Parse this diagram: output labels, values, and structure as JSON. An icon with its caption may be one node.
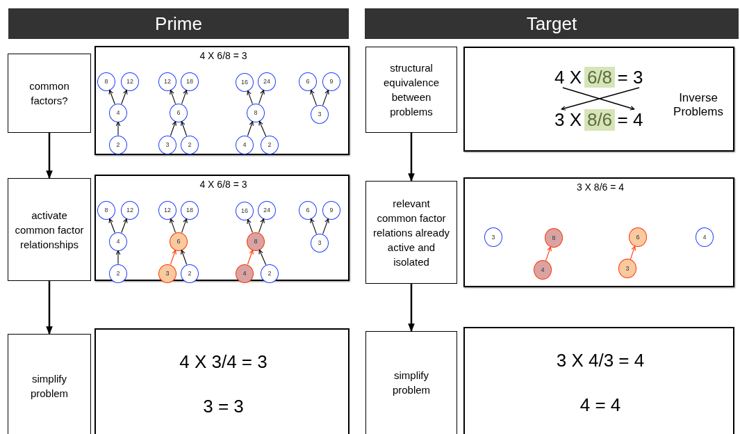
{
  "diagram": {
    "nodes": [
      {
        "text": [
          "Prime"
        ]
      },
      {
        "text": [
          "Target"
        ]
      },
      {
        "text": [
          "common factors?"
        ]
      },
      {
        "text": [
          "4 X 6/8 = 3"
        ]
      },
      {
        "text": [
          "8"
        ],
        "in": 3
      },
      {
        "text": [
          "12"
        ],
        "in": 3
      },
      {
        "text": [
          "4"
        ],
        "in": 3
      },
      {
        "text": [
          "2"
        ],
        "in": 3
      },
      {
        "text": [
          "12"
        ],
        "in": 3
      },
      {
        "text": [
          "18"
        ],
        "in": 3
      },
      {
        "text": [
          "6"
        ],
        "in": 3
      },
      {
        "text": [
          "3"
        ],
        "in": 3
      },
      {
        "text": [
          "2"
        ],
        "in": 3
      },
      {
        "text": [
          "16"
        ],
        "in": 3
      },
      {
        "text": [
          "24"
        ],
        "in": 3
      },
      {
        "text": [
          "8"
        ],
        "in": 3
      },
      {
        "text": [
          "4"
        ],
        "in": 3
      },
      {
        "text": [
          "2"
        ],
        "in": 3
      },
      {
        "text": [
          "6"
        ],
        "in": 3
      },
      {
        "text": [
          "9"
        ],
        "in": 3
      },
      {
        "text": [
          "3"
        ],
        "in": 3
      },
      {
        "text": [
          "activate common factor relationships"
        ]
      },
      {
        "text": [
          "4 X 6/8 = 3"
        ]
      },
      {
        "text": [
          "8"
        ],
        "in": 22
      },
      {
        "text": [
          "12"
        ],
        "in": 22
      },
      {
        "text": [
          "4"
        ],
        "in": 22
      },
      {
        "text": [
          "2"
        ],
        "in": 22
      },
      {
        "text": [
          "12"
        ],
        "in": 22
      },
      {
        "text": [
          "18"
        ],
        "in": 22
      },
      {
        "text": [
          "6"
        ],
        "in": 22
      },
      {
        "text": [
          "3"
        ],
        "in": 22
      },
      {
        "text": [
          "2"
        ],
        "in": 22
      },
      {
        "text": [
          "16"
        ],
        "in": 22
      },
      {
        "text": [
          "24"
        ],
        "in": 22
      },
      {
        "text": [
          "8"
        ],
        "in": 22
      },
      {
        "text": [
          "4"
        ],
        "in": 22
      },
      {
        "text": [
          "2"
        ],
        "in": 22
      },
      {
        "text": [
          "6"
        ],
        "in": 22
      },
      {
        "text": [
          "9"
        ],
        "in": 22
      },
      {
        "text": [
          "3"
        ],
        "in": 22
      },
      {
        "text": [
          "simplify problem"
        ]
      },
      {
        "text": [
          "4 X 3/4 = 3",
          "3 = 3"
        ]
      },
      {
        "text": [
          "structural equivalence between problems"
        ]
      },
      {
        "text": [
          "Inverse Problems"
        ]
      },
      {
        "text": [
          "4 X"
        ],
        "in": 43
      },
      {
        "text": [
          "6/8"
        ],
        "in": 43
      },
      {
        "text": [
          "= 3"
        ],
        "in": 43
      },
      {
        "text": [
          "3 X"
        ],
        "in": 43
      },
      {
        "text": [
          "8/6"
        ],
        "in": 43
      },
      {
        "text": [
          "= 4"
        ],
        "in": 43
      },
      {
        "text": [
          "relevant common factor relations already active and isolated"
        ]
      },
      {
        "text": [
          "3 X 8/6 = 4"
        ]
      },
      {
        "text": [
          "3"
        ],
        "in": 51
      },
      {
        "text": [
          "4"
        ],
        "in": 51
      },
      {
        "text": [
          "8"
        ],
        "in": 51
      },
      {
        "text": [
          "3"
        ],
        "in": 51
      },
      {
        "text": [
          "6"
        ],
        "in": 51
      },
      {
        "text": [
          "4"
        ],
        "in": 51
      },
      {
        "text": [
          "simplify problem"
        ]
      },
      {
        "text": [
          "3 X 4/3 = 4",
          "4 = 4"
        ]
      }
    ],
    "edges": [
      {
        "from": 6,
        "to": 4,
        "arrow": "to"
      },
      {
        "from": 6,
        "to": 5,
        "arrow": "to"
      },
      {
        "from": 7,
        "to": 6,
        "arrow": "to"
      },
      {
        "from": 10,
        "to": 8,
        "arrow": "to"
      },
      {
        "from": 10,
        "to": 9,
        "arrow": "to"
      },
      {
        "from": 11,
        "to": 10,
        "arrow": "to"
      },
      {
        "from": 12,
        "to": 10,
        "arrow": "to"
      },
      {
        "from": 15,
        "to": 13,
        "arrow": "to"
      },
      {
        "from": 15,
        "to": 14,
        "arrow": "to"
      },
      {
        "from": 16,
        "to": 15,
        "arrow": "to"
      },
      {
        "from": 17,
        "to": 15,
        "arrow": "to"
      },
      {
        "from": 20,
        "to": 18,
        "arrow": "to"
      },
      {
        "from": 20,
        "to": 19,
        "arrow": "to"
      },
      {
        "from": 2,
        "to": 21,
        "arrow": "to"
      },
      {
        "from": 25,
        "to": 23,
        "arrow": "to"
      },
      {
        "from": 25,
        "to": 24,
        "arrow": "to"
      },
      {
        "from": 26,
        "to": 25,
        "arrow": "to"
      },
      {
        "from": 29,
        "to": 27,
        "arrow": "to"
      },
      {
        "from": 29,
        "to": 28,
        "arrow": "to"
      },
      {
        "from": 30,
        "to": 29,
        "arrow": "to",
        "color": "#ff3300"
      },
      {
        "from": 31,
        "to": 29,
        "arrow": "to"
      },
      {
        "from": 34,
        "to": 32,
        "arrow": "to"
      },
      {
        "from": 34,
        "to": 33,
        "arrow": "to"
      },
      {
        "from": 35,
        "to": 34,
        "arrow": "to",
        "color": "#ff3300"
      },
      {
        "from": 36,
        "to": 34,
        "arrow": "to"
      },
      {
        "from": 39,
        "to": 37,
        "arrow": "to"
      },
      {
        "from": 39,
        "to": 38,
        "arrow": "to"
      },
      {
        "from": 21,
        "to": 40,
        "arrow": "to"
      },
      {
        "from": 42,
        "to": 50,
        "arrow": "to"
      },
      {
        "from": 44,
        "to": 49,
        "arrow": "to"
      },
      {
        "from": 46,
        "to": 47,
        "arrow": "to"
      },
      {
        "from": 50,
        "to": 58,
        "arrow": "to"
      },
      {
        "from": 53,
        "to": 54,
        "arrow": "to",
        "color": "#ff3300"
      },
      {
        "from": 55,
        "to": 56,
        "arrow": "to",
        "color": "#ff3300"
      }
    ]
  }
}
